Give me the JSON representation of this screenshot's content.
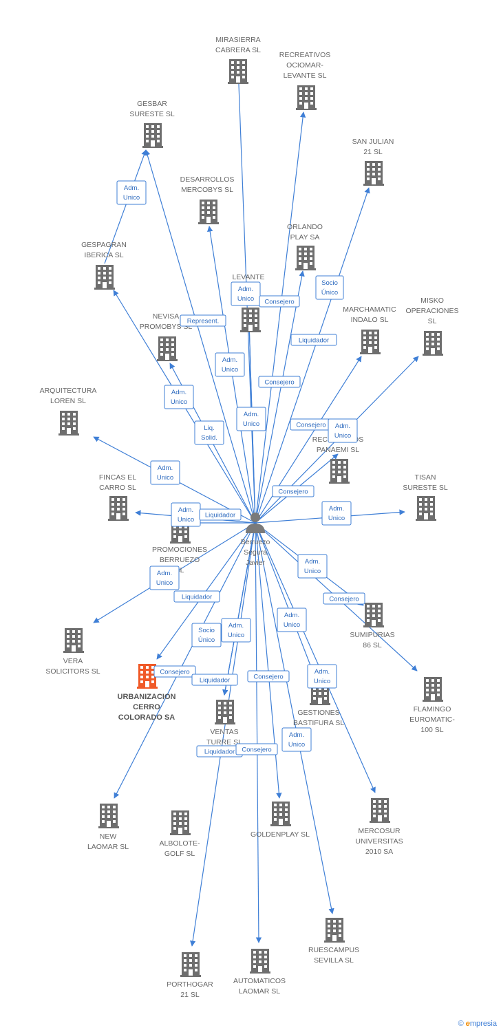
{
  "diagram": {
    "center": {
      "id": "person",
      "label": [
        "Berruezo",
        "Segura",
        "Javier"
      ]
    },
    "nodes": [
      {
        "id": "mirasierra",
        "label": [
          "MIRASIERRA",
          "CABRERA SL"
        ]
      },
      {
        "id": "recreativos",
        "label": [
          "RECREATIVOS",
          "OCIOMAR-",
          "LEVANTE SL"
        ]
      },
      {
        "id": "gesbar",
        "label": [
          "GESBAR",
          "SURESTE SL"
        ]
      },
      {
        "id": "sanjulian",
        "label": [
          "SAN JULIAN",
          "21 SL"
        ]
      },
      {
        "id": "desarrollos",
        "label": [
          "DESARROLLOS",
          "MERCOBYS  SL"
        ]
      },
      {
        "id": "orlando",
        "label": [
          "ORLANDO",
          "PLAY SA"
        ]
      },
      {
        "id": "gespagran",
        "label": [
          "GESPAGRAN",
          "IBERICA SL"
        ]
      },
      {
        "id": "levante",
        "label": [
          "LEVANTE"
        ]
      },
      {
        "id": "marchamatic",
        "label": [
          "MARCHAMATIC",
          "INDALO SL"
        ]
      },
      {
        "id": "misko",
        "label": [
          "MISKO",
          "OPERACIONES",
          "SL"
        ]
      },
      {
        "id": "nevisa",
        "label": [
          "NEVISA",
          "PROMOBYS SL"
        ]
      },
      {
        "id": "arquitectura",
        "label": [
          "ARQUITECTURA",
          "LOREN  SL"
        ]
      },
      {
        "id": "panaemi",
        "label": [
          "RECREATIVOS",
          "PANAEMI SL"
        ]
      },
      {
        "id": "fincas",
        "label": [
          "FINCAS EL",
          "CARRO SL"
        ]
      },
      {
        "id": "tisan",
        "label": [
          "TISAN",
          "SURESTE SL"
        ]
      },
      {
        "id": "promociones",
        "label": [
          "PROMOCIONES",
          "BERRUEZO",
          "SL"
        ]
      },
      {
        "id": "sumipurias",
        "label": [
          "SUMIPURIAS",
          "86  SL"
        ]
      },
      {
        "id": "vera",
        "label": [
          "VERA",
          "SOLICITORS SL"
        ]
      },
      {
        "id": "flamingo",
        "label": [
          "FLAMINGO",
          "EUROMATIC-",
          "100 SL"
        ]
      },
      {
        "id": "urbanizacion",
        "label": [
          "URBANIZACION",
          "CERRO",
          "COLORADO SA"
        ],
        "focus": true
      },
      {
        "id": "ventas",
        "label": [
          "VENTAS",
          "TURRE SL"
        ]
      },
      {
        "id": "gestiones",
        "label": [
          "GESTIONES",
          "BASTIFURA  SL"
        ]
      },
      {
        "id": "newlaomar",
        "label": [
          "NEW",
          "LAOMAR SL"
        ]
      },
      {
        "id": "albolote",
        "label": [
          "ALBOLOTE-",
          "GOLF SL"
        ]
      },
      {
        "id": "goldenplay",
        "label": [
          "GOLDENPLAY SL"
        ]
      },
      {
        "id": "mercosur",
        "label": [
          "MERCOSUR",
          "UNIVERSITAS",
          "2010 SA"
        ]
      },
      {
        "id": "ruescampus",
        "label": [
          "RUESCAMPUS",
          "SEVILLA SL"
        ]
      },
      {
        "id": "porthogar",
        "label": [
          "PORTHOGAR",
          "21 SL"
        ]
      },
      {
        "id": "automaticos",
        "label": [
          "AUTOMATICOS",
          "LAOMAR SL"
        ]
      }
    ],
    "relations": [
      {
        "id": "r1",
        "label": [
          "Adm.",
          "Unico"
        ]
      },
      {
        "id": "r2",
        "label": [
          "Adm.",
          "Unico"
        ]
      },
      {
        "id": "r3",
        "label": [
          "Consejero"
        ]
      },
      {
        "id": "r4",
        "label": [
          "Socio",
          "Único"
        ]
      },
      {
        "id": "r5",
        "label": [
          "Represent."
        ]
      },
      {
        "id": "r6",
        "label": [
          "Liquidador"
        ]
      },
      {
        "id": "r7",
        "label": [
          "Adm.",
          "Unico"
        ]
      },
      {
        "id": "r8",
        "label": [
          "Consejero"
        ]
      },
      {
        "id": "r9",
        "label": [
          "Adm.",
          "Unico"
        ]
      },
      {
        "id": "r10",
        "label": [
          "Adm.",
          "Unico"
        ]
      },
      {
        "id": "r11",
        "label": [
          "Consejero"
        ]
      },
      {
        "id": "r12",
        "label": [
          "Adm.",
          "Unico"
        ]
      },
      {
        "id": "r13",
        "label": [
          "Liq.",
          "Solid."
        ]
      },
      {
        "id": "r14",
        "label": [
          "Adm.",
          "Unico"
        ]
      },
      {
        "id": "r15",
        "label": [
          "Consejero"
        ]
      },
      {
        "id": "r16",
        "label": [
          "Adm.",
          "Unico"
        ]
      },
      {
        "id": "r17",
        "label": [
          "Liquidador"
        ]
      },
      {
        "id": "r18",
        "label": [
          "Adm.",
          "Unico"
        ]
      },
      {
        "id": "r19",
        "label": [
          "Adm.",
          "Unico"
        ]
      },
      {
        "id": "r20",
        "label": [
          "Adm.",
          "Unico"
        ]
      },
      {
        "id": "r21",
        "label": [
          "Liquidador"
        ]
      },
      {
        "id": "r22",
        "label": [
          "Consejero"
        ]
      },
      {
        "id": "r23",
        "label": [
          "Adm.",
          "Unico"
        ]
      },
      {
        "id": "r24",
        "label": [
          "Socio",
          "Único"
        ]
      },
      {
        "id": "r25",
        "label": [
          "Adm.",
          "Unico"
        ]
      },
      {
        "id": "r26",
        "label": [
          "Consejero"
        ]
      },
      {
        "id": "r27",
        "label": [
          "Liquidador"
        ]
      },
      {
        "id": "r28",
        "label": [
          "Consejero"
        ]
      },
      {
        "id": "r29",
        "label": [
          "Adm.",
          "Unico"
        ]
      },
      {
        "id": "r30",
        "label": [
          "Adm.",
          "Unico"
        ]
      },
      {
        "id": "r31",
        "label": [
          "Liquidador"
        ]
      },
      {
        "id": "r32",
        "label": [
          "Consejero"
        ]
      }
    ],
    "colors": {
      "edge": "#3f7fd6",
      "building": "#6e6e6e",
      "focus_building": "#f05a28",
      "person": "#7a7a7a"
    }
  },
  "footer": {
    "copyright": "©",
    "brand_initial": "e",
    "brand_rest": "mpresia"
  }
}
